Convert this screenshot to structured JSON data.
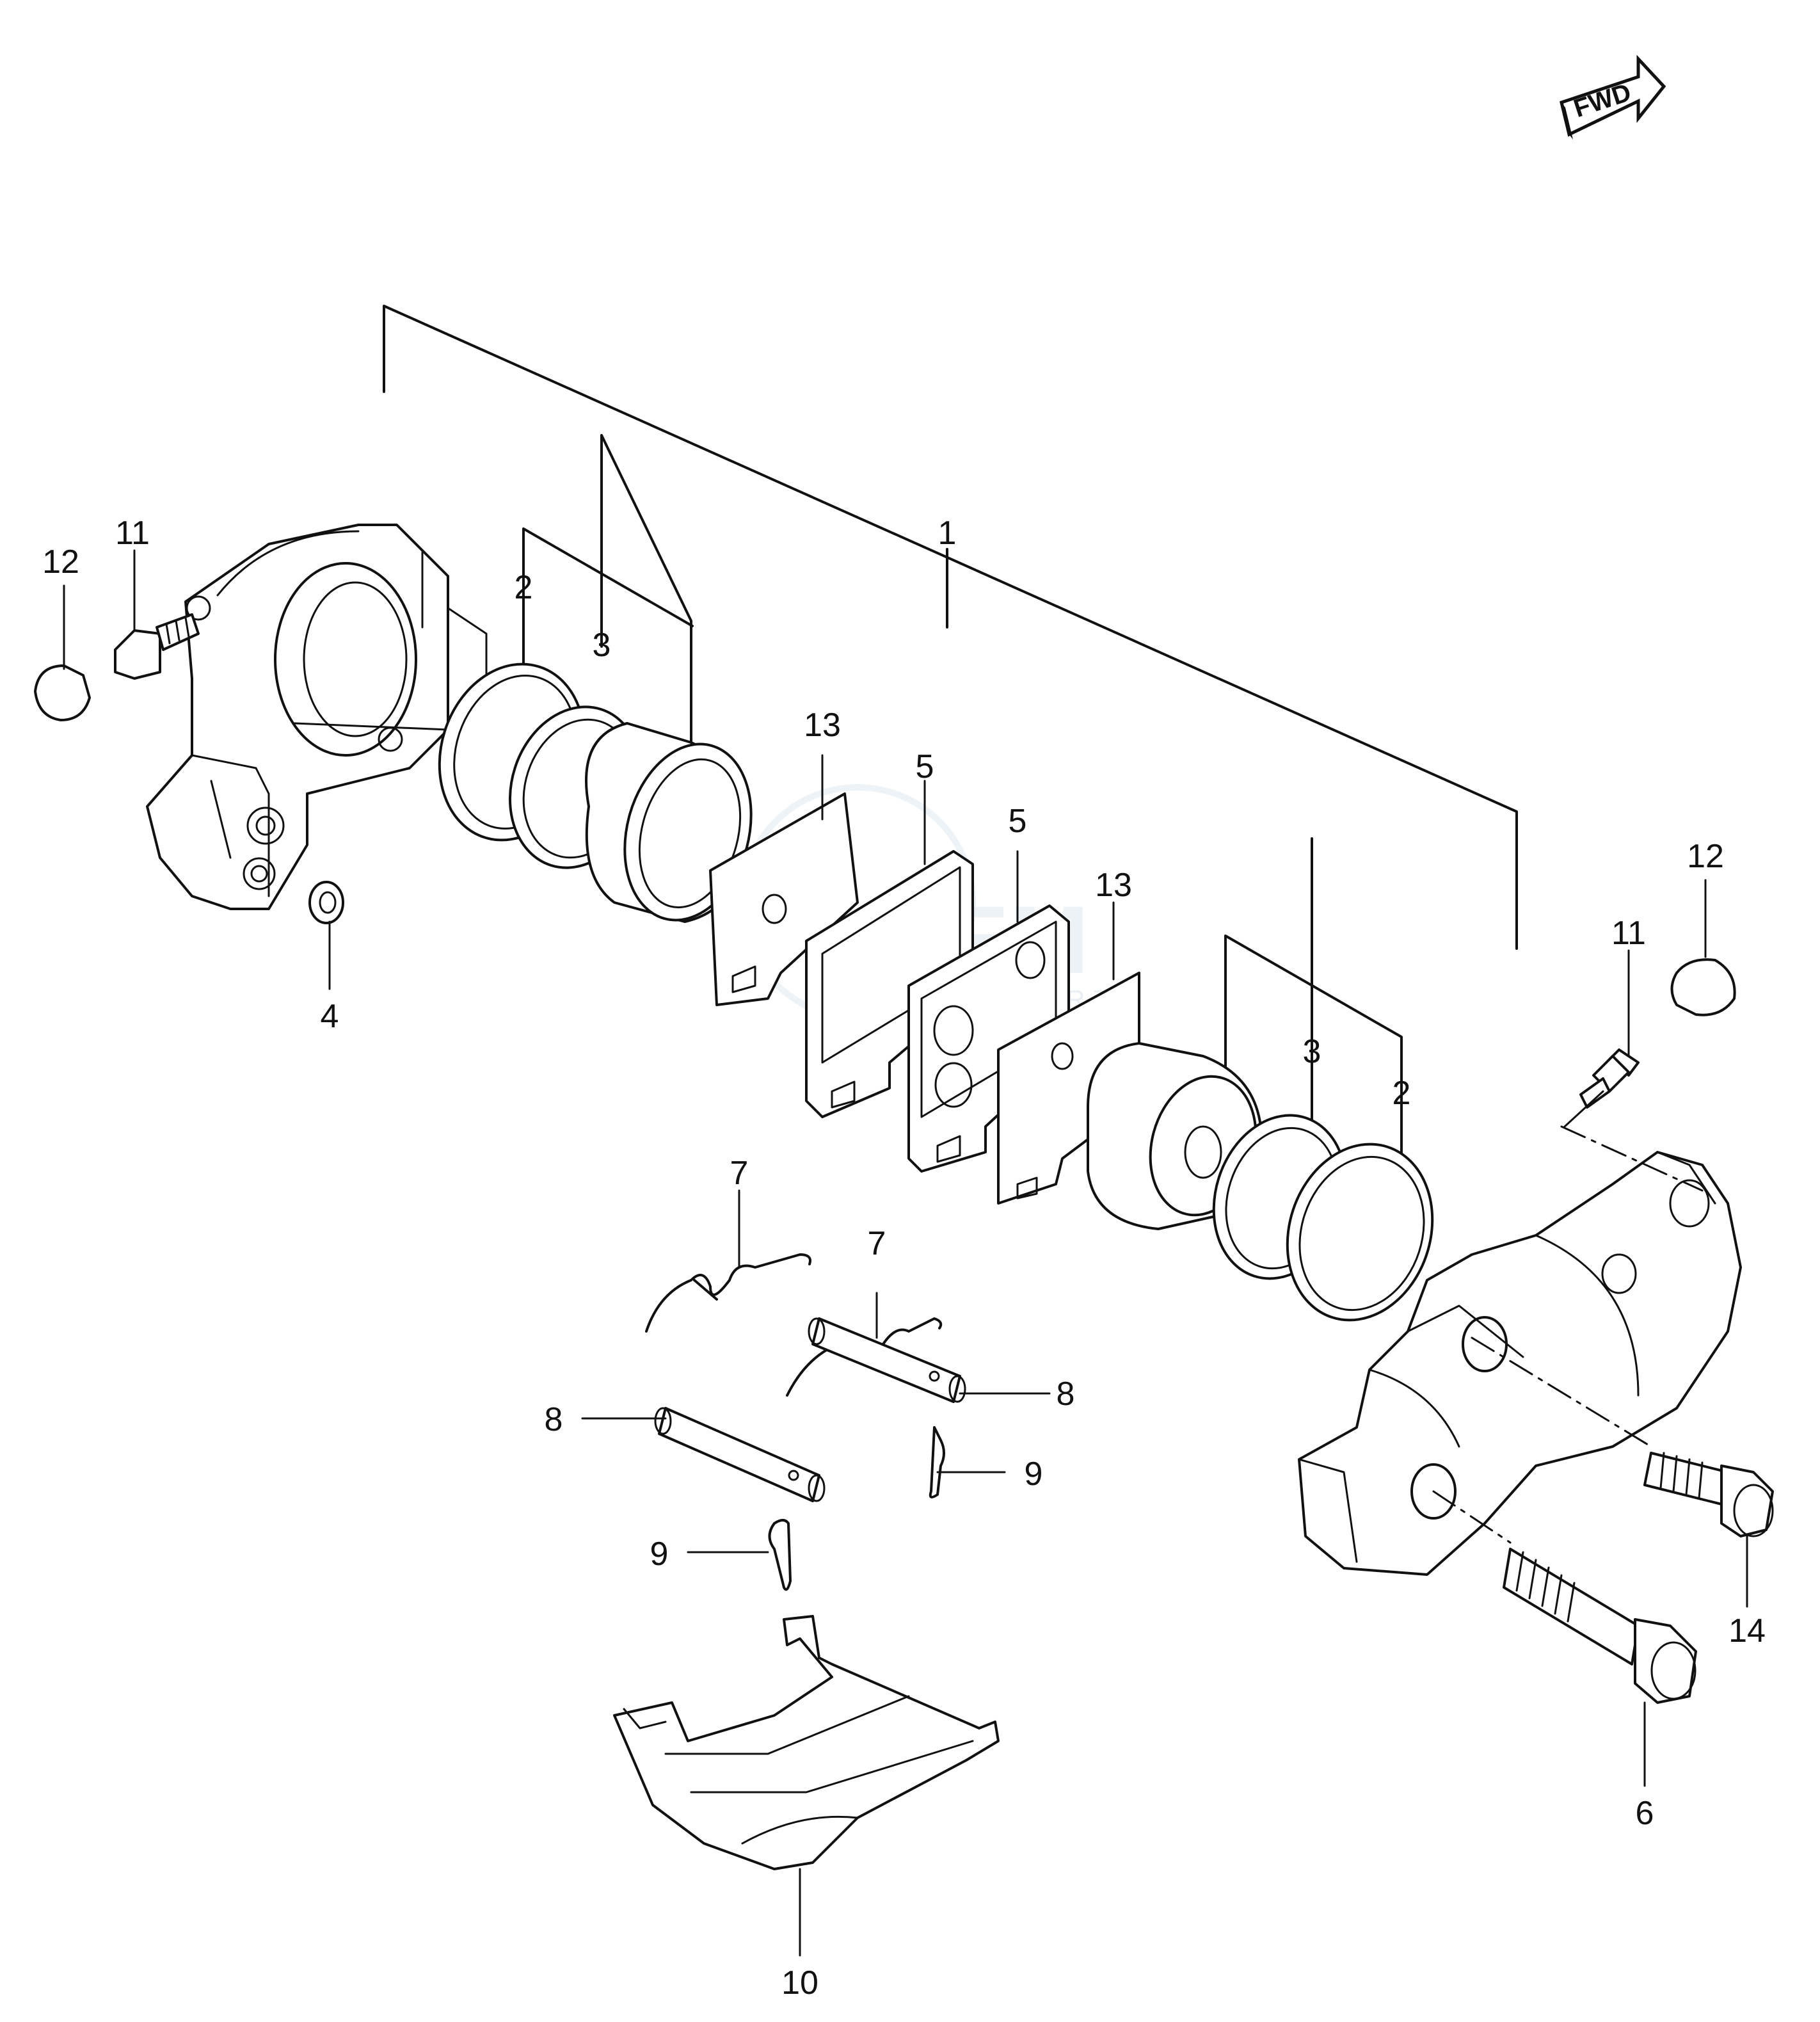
{
  "badge": {
    "text": "FWD"
  },
  "callouts": {
    "c1": "1",
    "c2_left": "2",
    "c3_left": "3",
    "c2_right": "2",
    "c3_right": "3",
    "c4": "4",
    "c5_a": "5",
    "c5_b": "5",
    "c6": "6",
    "c7_a": "7",
    "c7_b": "7",
    "c8_a": "8",
    "c8_b": "8",
    "c9_a": "9",
    "c9_b": "9",
    "c10": "10",
    "c11_left": "11",
    "c11_right": "11",
    "c12_left": "12",
    "c12_right": "12",
    "c13_a": "13",
    "c13_b": "13",
    "c14": "14"
  },
  "watermark": {
    "logo": "OEM",
    "sub": "MOTORPARTS"
  }
}
